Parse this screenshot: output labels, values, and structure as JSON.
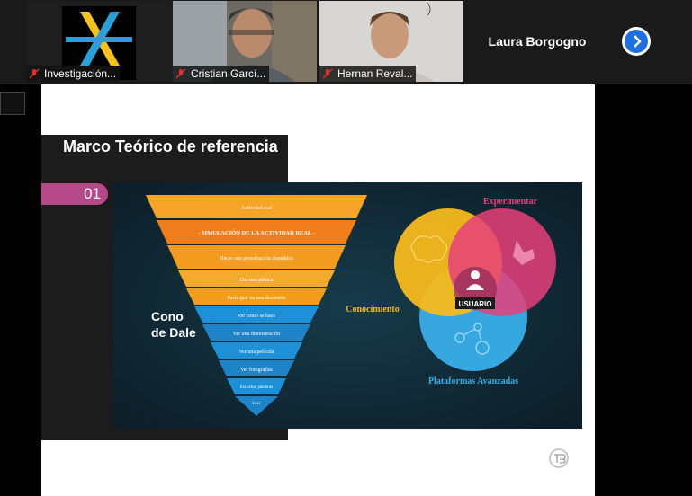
{
  "participants": [
    {
      "name": "Investigación...",
      "muted": true
    },
    {
      "name": "Cristian Garcí...",
      "muted": true
    },
    {
      "name": "Hernan Reval...",
      "muted": true
    },
    {
      "name": "Laura Borgogno",
      "muted": true
    }
  ],
  "slide": {
    "title": "Marco Teórico de referencia",
    "number": "01",
    "cone_label_line1": "Cono",
    "cone_label_line2": "de Dale",
    "pyramid_levels": [
      "Actividad real",
      "- SIMULACIÓN DE LA ACTIVIDAD REAL -",
      "Hacer una presentación dramática",
      "Dar una plática",
      "Participar en una discusión",
      "Ver como se hace",
      "Ver una demostración",
      "Ver una película",
      "Ver fotografías",
      "Escuchar palabras",
      "Leer"
    ],
    "venn": {
      "experimentar": "Experimentar",
      "conocimiento": "Conocimiento",
      "usuario": "USUARIO",
      "plataformas": "Plataformas Avanzadas"
    }
  },
  "colors": {
    "orange": "#f39c1f",
    "blue": "#1e90d8",
    "venn_yellow": "#f6b91c",
    "venn_pink": "#e8407a",
    "venn_blue": "#3aaee8",
    "accent": "#1f6fe0"
  }
}
